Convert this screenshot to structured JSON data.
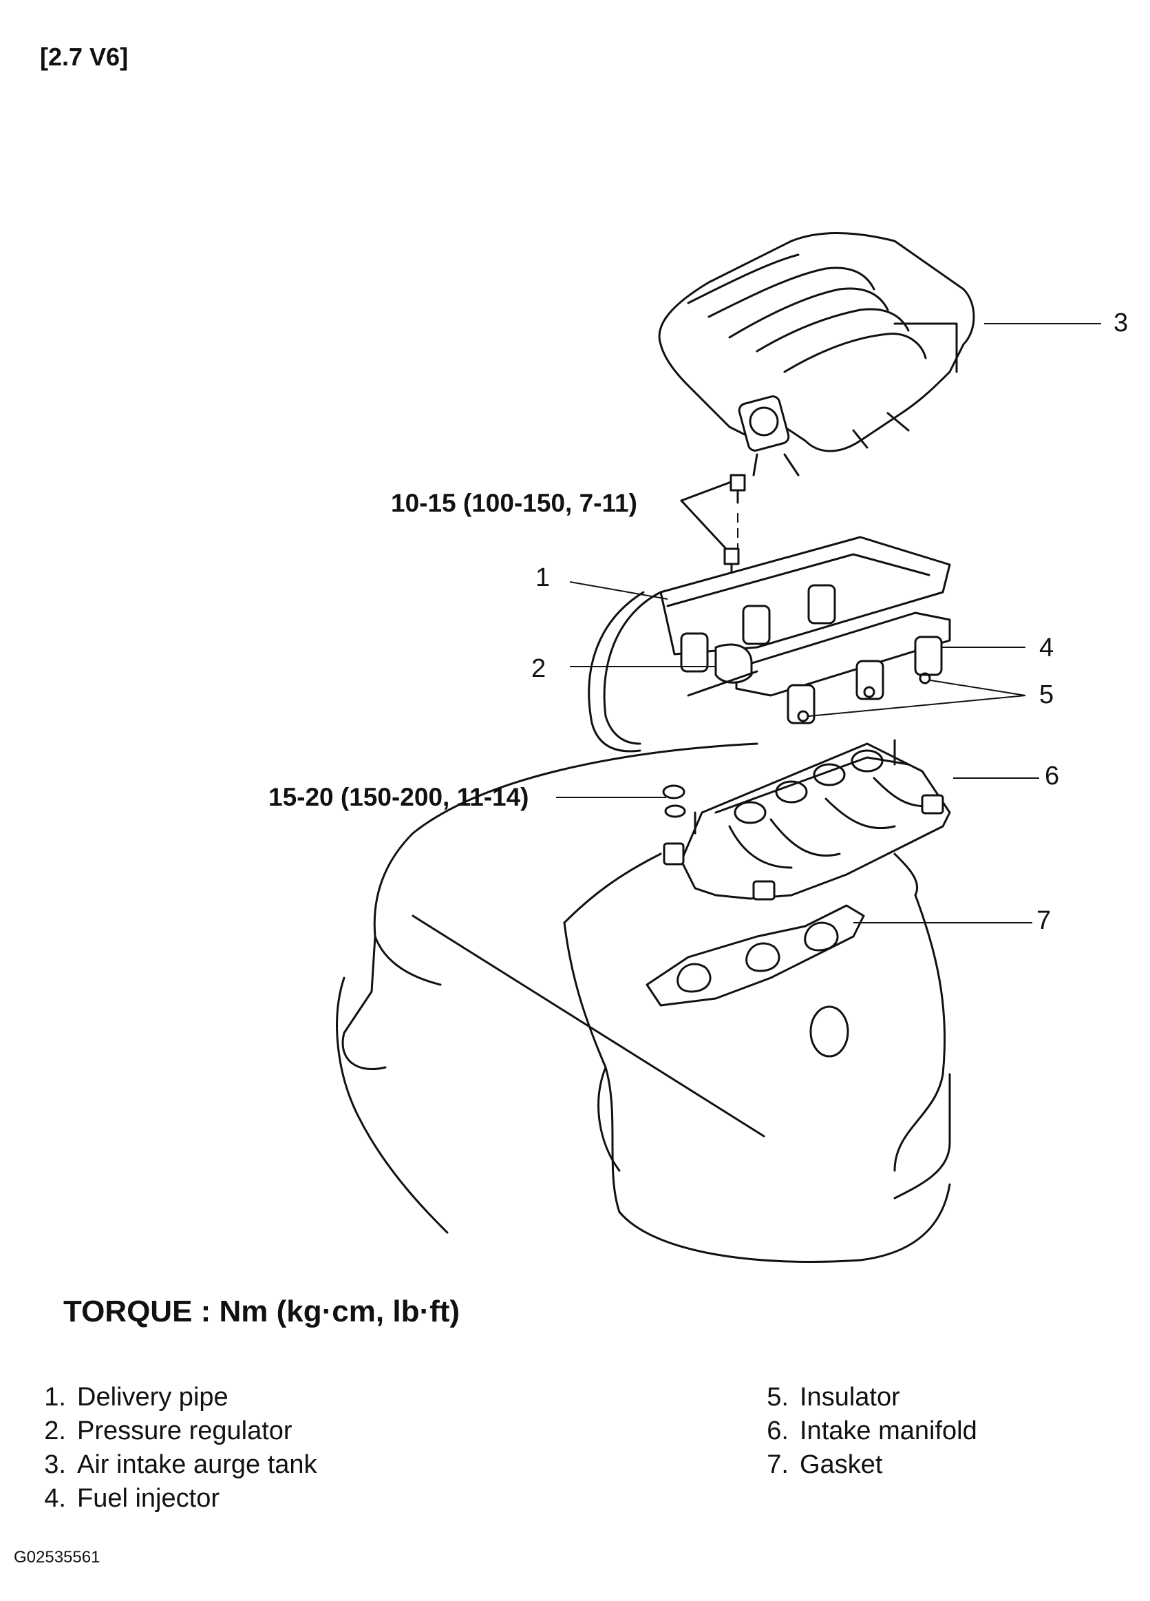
{
  "header": "[2.7 V6]",
  "torque_specs": {
    "upper_bolts": "10-15 (100-150, 7-11)",
    "lower_nuts": "15-20 (150-200, 11-14)"
  },
  "callouts": [
    "1",
    "2",
    "3",
    "4",
    "5",
    "6",
    "7"
  ],
  "torque_title": "TORQUE : Nm (kg·cm, lb·ft)",
  "legend": [
    {
      "num": "1.",
      "label": "Delivery pipe"
    },
    {
      "num": "2.",
      "label": "Pressure regulator"
    },
    {
      "num": "3.",
      "label": "Air intake aurge tank"
    },
    {
      "num": "4.",
      "label": "Fuel injector"
    },
    {
      "num": "5.",
      "label": "Insulator"
    },
    {
      "num": "6.",
      "label": "Intake manifold"
    },
    {
      "num": "7.",
      "label": "Gasket"
    }
  ],
  "figure_code": "G02535561"
}
